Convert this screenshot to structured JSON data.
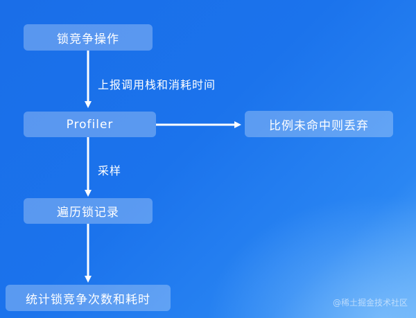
{
  "diagram": {
    "nodes": {
      "lock_contention": "锁竞争操作",
      "profiler": "Profiler",
      "drop": "比例未命中则丢弃",
      "traverse": "遍历锁记录",
      "stats": "统计锁竞争次数和耗时"
    },
    "edges": {
      "report_stack": "上报调用栈和消耗时间",
      "sample": "采样"
    },
    "colors": {
      "background": "#1b73ec",
      "node_fill": "rgba(255,255,255,0.28)",
      "text": "#ffffff"
    }
  },
  "watermark": "@稀土掘金技术社区"
}
